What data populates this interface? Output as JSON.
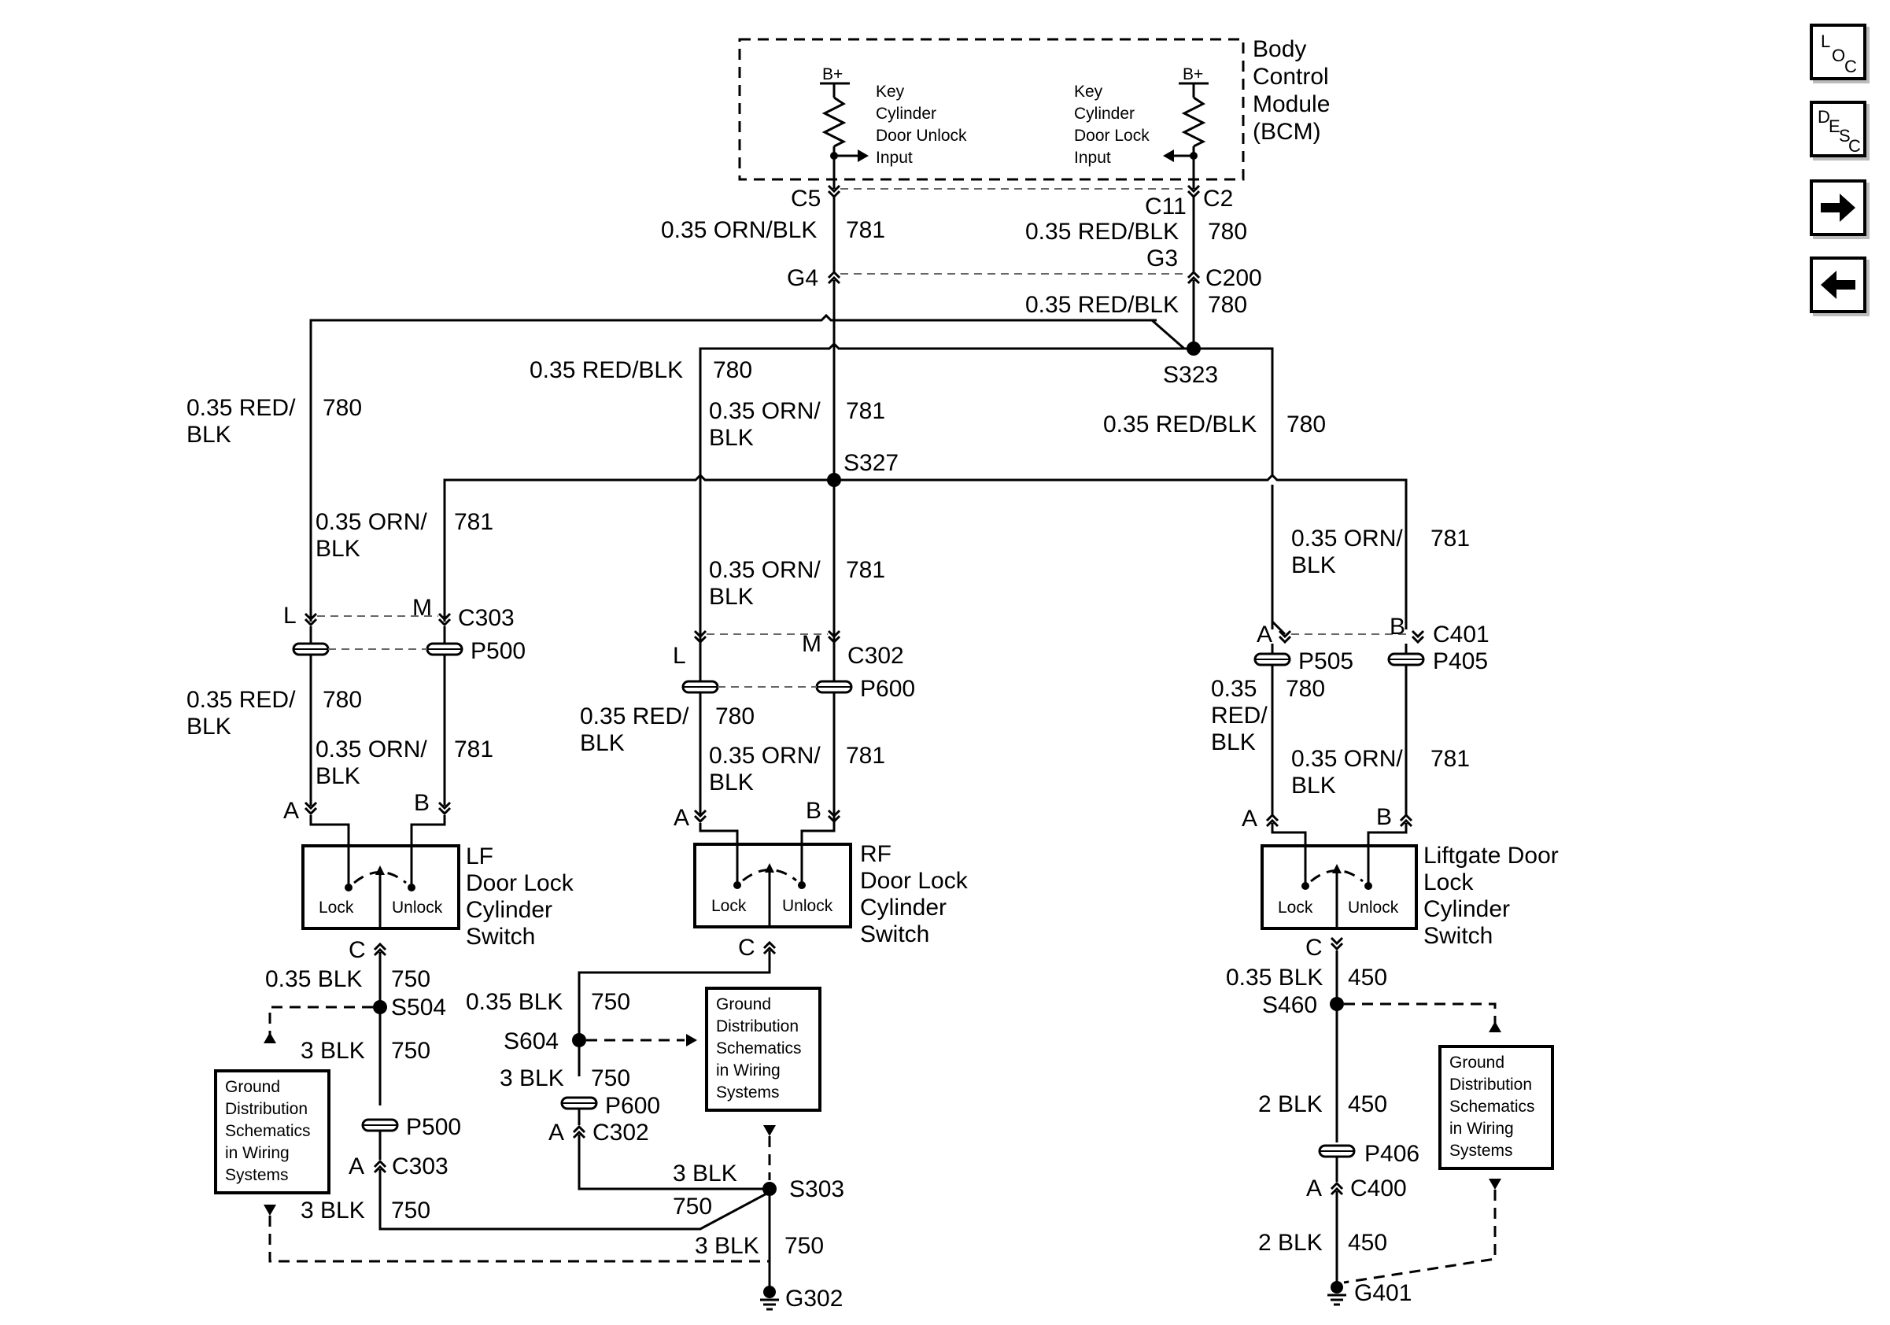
{
  "module": {
    "title_lines": [
      "Body",
      "Control",
      "Module",
      "(BCM)"
    ],
    "bplus": "B+",
    "unlock_input_lines": [
      "Key",
      "Cylinder",
      "Door Unlock",
      "Input"
    ],
    "lock_input_lines": [
      "Key",
      "Cylinder",
      "Door Lock",
      "Input"
    ]
  },
  "connectors": {
    "c5": "C5",
    "c2": "C2",
    "c11": "C11",
    "g4": "G4",
    "g3": "G3",
    "c200": "C200",
    "c303": "C303",
    "p500": "P500",
    "c302": "C302",
    "p600": "P600",
    "c401": "C401",
    "p505": "P505",
    "p405": "P405",
    "p406": "P406",
    "c400": "C400",
    "pin_l": "L",
    "pin_m": "M",
    "pin_a": "A",
    "pin_b": "B",
    "pin_c": "C"
  },
  "splices": {
    "s323": "S323",
    "s327": "S327",
    "s504": "S504",
    "s604": "S604",
    "s303": "S303",
    "s460": "S460"
  },
  "grounds": {
    "g302": "G302",
    "g401": "G401"
  },
  "wires": {
    "orn_blk": "0.35 ORN/BLK",
    "red_blk": "0.35 RED/BLK",
    "orn_slash": "0.35 ORN/",
    "red_slash": "0.35 RED/",
    "blk": "BLK",
    "red_slash_only": "RED/",
    "size_035": "0.35",
    "blk_035": "0.35 BLK",
    "blk_3": "3 BLK",
    "blk_2": "2 BLK",
    "c780": "780",
    "c781": "781",
    "c750": "750",
    "c450": "450"
  },
  "switches": {
    "lf_lines": [
      "LF",
      "Door Lock",
      "Cylinder",
      "Switch"
    ],
    "rf_lines": [
      "RF",
      "Door Lock",
      "Cylinder",
      "Switch"
    ],
    "lg_lines": [
      "Liftgate Door",
      "Lock",
      "Cylinder",
      "Switch"
    ],
    "lock": "Lock",
    "unlock": "Unlock"
  },
  "ground_ref_lines": [
    "Ground",
    "Distribution",
    "Schematics",
    "in Wiring",
    "Systems"
  ],
  "nav": {
    "loc": {
      "l": "L",
      "o": "O",
      "c": "C"
    },
    "desc": {
      "d": "D",
      "e": "E",
      "s": "S",
      "c": "C"
    },
    "next_icon": "arrow-right-icon",
    "prev_icon": "arrow-left-icon"
  },
  "colors": {
    "line": "#000000",
    "background": "#ffffff"
  }
}
